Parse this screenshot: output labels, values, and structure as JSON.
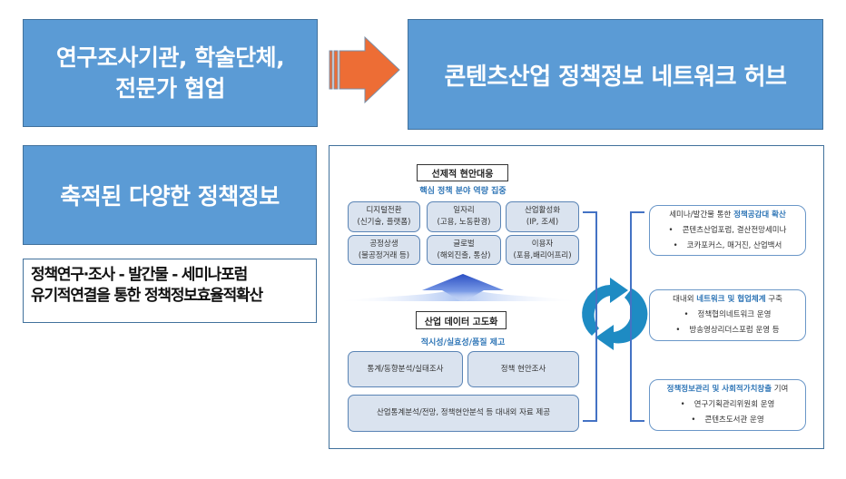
{
  "top": {
    "source_box": {
      "line1": "연구조사기관, 학술단체,",
      "line2": "전문가 협업"
    },
    "hub_box": {
      "label": "콘텐츠산업 정책정보 네트워크 허브"
    },
    "arrow": {
      "icon": "right-arrow-icon",
      "color": "#ed6d35"
    }
  },
  "left": {
    "accumulated_box": {
      "label": "축적된 다양한 정책정보"
    },
    "description": {
      "line1": "정책연구·조사 - 발간물 - 세미나포럼",
      "line2": "유기적연결을 통한 정책정보효율적확산"
    }
  },
  "diagram": {
    "top_section": {
      "title": "선제적 현안대응",
      "subtitle": "핵심 정책 분야 역량 집중",
      "cards": [
        {
          "title": "디지털전환",
          "detail": "(신기술, 플랫폼)"
        },
        {
          "title": "일자리",
          "detail": "(고용, 노동환경)"
        },
        {
          "title": "산업활성화",
          "detail": "(IP, 조세)"
        },
        {
          "title": "공정상생",
          "detail": "(불공정거래 등)"
        },
        {
          "title": "글로벌",
          "detail": "(해외진출, 통상)"
        },
        {
          "title": "이용자",
          "detail": "(포용,배리어프리)"
        }
      ]
    },
    "bottom_section": {
      "title": "산업 데이터 고도화",
      "subtitle": "적시성/실효성/품질 제고",
      "cards": [
        {
          "label": "통계/동향분석/실태조사"
        },
        {
          "label": "정책 현안조사"
        },
        {
          "label": "산업통계분석/전망, 정책현안분석 등 대내외 자료 제공"
        }
      ]
    },
    "cycle_icon": {
      "icon": "cycle-arrows-icon",
      "color": "#1e8bc3"
    },
    "outputs": [
      {
        "heading_prefix": "세미나/발간물 통한 ",
        "heading_highlight": "정책공감대 확산",
        "heading_suffix": "",
        "bullets": [
          "콘텐츠산업포럼, 결산전망세미나",
          "코카포커스, 매거진, 산업백서"
        ]
      },
      {
        "heading_prefix": "대내외 ",
        "heading_highlight": "네트워크 및 협업체계",
        "heading_suffix": " 구축",
        "bullets": [
          "정책협의네트워크 운영",
          "방송영상리더스포럼 운영 등"
        ]
      },
      {
        "heading_prefix": "",
        "heading_highlight": "정책정보관리 및 사회적가치창출",
        "heading_suffix": " 기여",
        "bullets": [
          "연구기획관리위원회 운영",
          "콘텐츠도서관 운영"
        ]
      }
    ],
    "bullet_char": "•"
  },
  "colors": {
    "box_blue": "#5b9bd5",
    "box_border": "#41719c",
    "arrow_orange": "#ed6d35",
    "card_fill": "#dae3ef",
    "highlight_blue": "#2e75b6",
    "bracket_blue": "#4472c4"
  }
}
